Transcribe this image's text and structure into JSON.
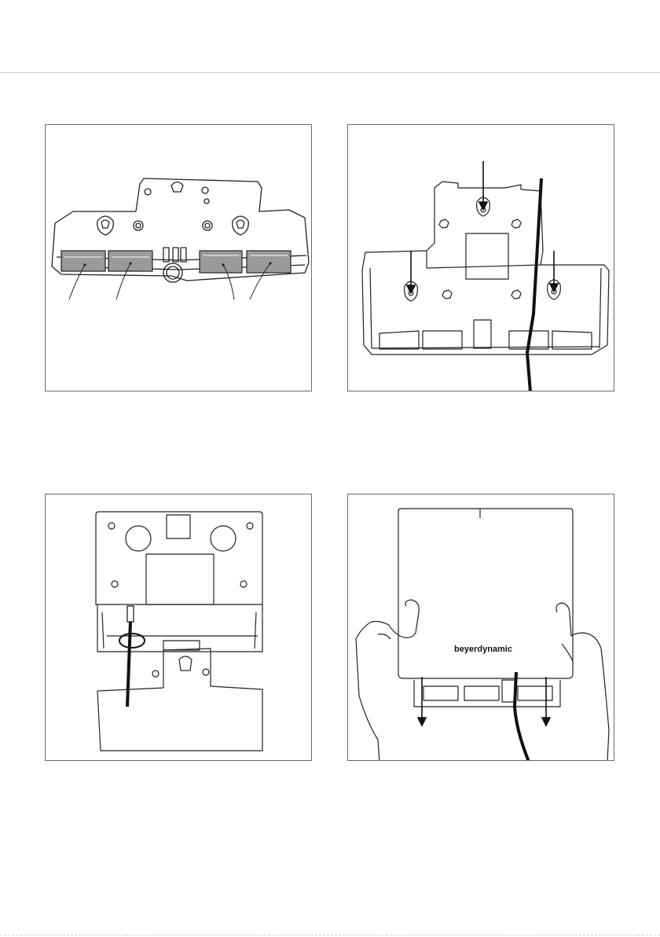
{
  "figures": [
    {
      "id": "step-1",
      "description_text": ""
    },
    {
      "id": "step-2",
      "description_text": ""
    },
    {
      "id": "step-3",
      "description_text": ""
    },
    {
      "id": "step-4",
      "description_text": "",
      "brand_label": "beyerdynamic"
    }
  ]
}
